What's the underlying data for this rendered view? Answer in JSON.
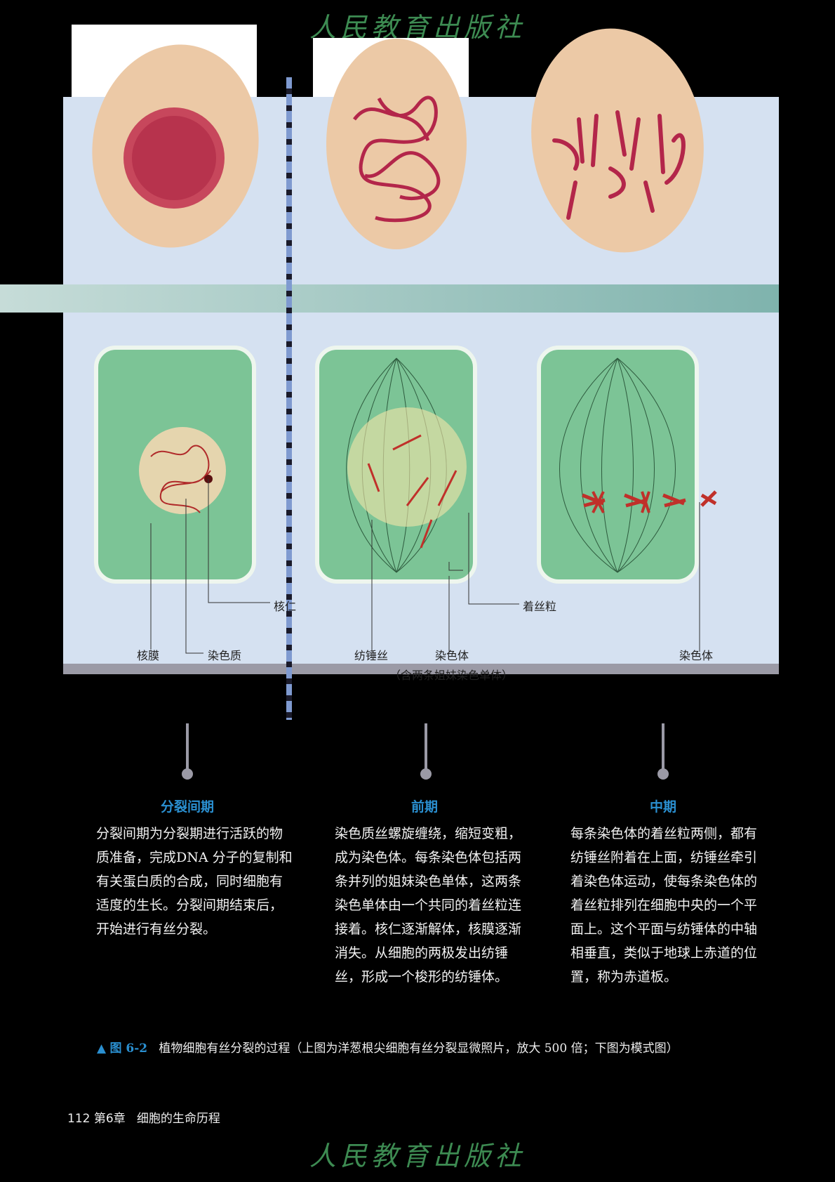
{
  "publisher": "人民教育出版社",
  "stages": [
    {
      "title": "分裂间期",
      "text": "分裂间期为分裂期进行活跃的物质准备，完成DNA 分子的复制和有关蛋白质的合成，同时细胞有适度的生长。分裂间期结束后，开始进行有丝分裂。"
    },
    {
      "title": "前期",
      "text": "染色质丝螺旋缠绕，缩短变粗，成为染色体。每条染色体包括两条并列的姐妹染色单体，这两条染色单体由一个共同的着丝粒连接着。核仁逐渐解体，核膜逐渐消失。从细胞的两极发出纺锤丝，形成一个梭形的纺锤体。"
    },
    {
      "title": "中期",
      "text": "每条染色体的着丝粒两侧，都有纺锤丝附着在上面，纺锤丝牵引着染色体运动，使每条染色体的着丝粒排列在细胞中央的一个平面上。这个平面与纺锤体的中轴相垂直，类似于地球上赤道的位置，称为赤道板。"
    }
  ],
  "labels": {
    "nucleolus": "核仁",
    "nuclear_membrane": "核膜",
    "chromatin": "染色质",
    "spindle_fiber": "纺锤丝",
    "chromosome": "染色体",
    "chromosome_note": "（含两条姐妹染色单体）",
    "centromere": "着丝粒",
    "chromosome2": "染色体"
  },
  "caption": {
    "number": "图 6-2",
    "text": "植物细胞有丝分裂的过程（上图为洋葱根尖细胞有丝分裂显微照片，放大 500 倍；下图为模式图）"
  },
  "footer": {
    "page": "112",
    "chapter": "第6章",
    "chapter_title": "细胞的生命历程"
  },
  "colors": {
    "accent": "#2a8fd0",
    "cell_green": "#7cc496",
    "panel": "#d5e1f1"
  }
}
